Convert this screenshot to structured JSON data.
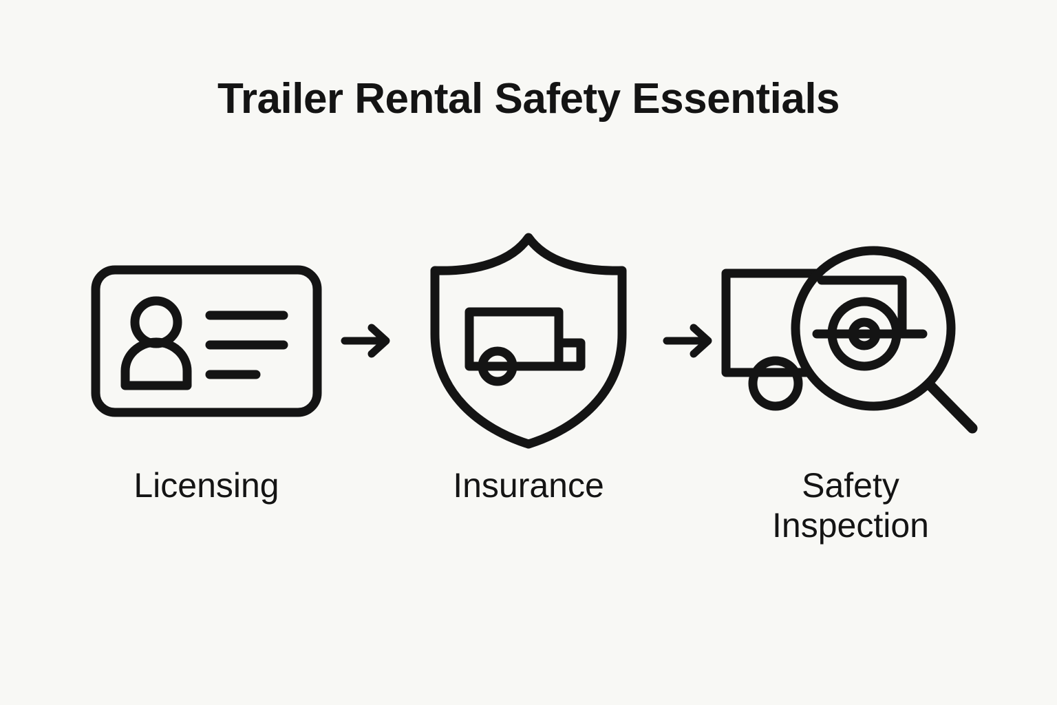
{
  "page": {
    "title": "Trailer Rental Safety Essentials",
    "background_color": "#f8f8f5",
    "ink_color": "#141414"
  },
  "flow": {
    "steps": [
      {
        "label": "Licensing",
        "icon": "id-card-icon",
        "icon_parts": [
          "rounded-card-outline",
          "person-head-circle",
          "person-shoulders-arch",
          "text-line-long",
          "text-line-long",
          "text-line-short"
        ]
      },
      {
        "label": "Insurance",
        "icon": "shield-trailer-icon",
        "icon_parts": [
          "shield-outline",
          "trailer-body-rectangle",
          "trailer-hitch-box",
          "trailer-wheel-circle"
        ]
      },
      {
        "label": "Safety Inspection",
        "label_lines": [
          "Safety",
          "Inspection"
        ],
        "icon": "trailer-magnifier-icon",
        "icon_parts": [
          "trailer-body-rectangle",
          "trailer-wheel-circle",
          "magnifier-lens-circle",
          "magnifier-handle",
          "magnified-trailer-lines",
          "magnified-wheel-hub"
        ]
      }
    ],
    "connectors": [
      {
        "icon": "arrow-right-icon"
      },
      {
        "icon": "arrow-right-icon"
      }
    ]
  }
}
